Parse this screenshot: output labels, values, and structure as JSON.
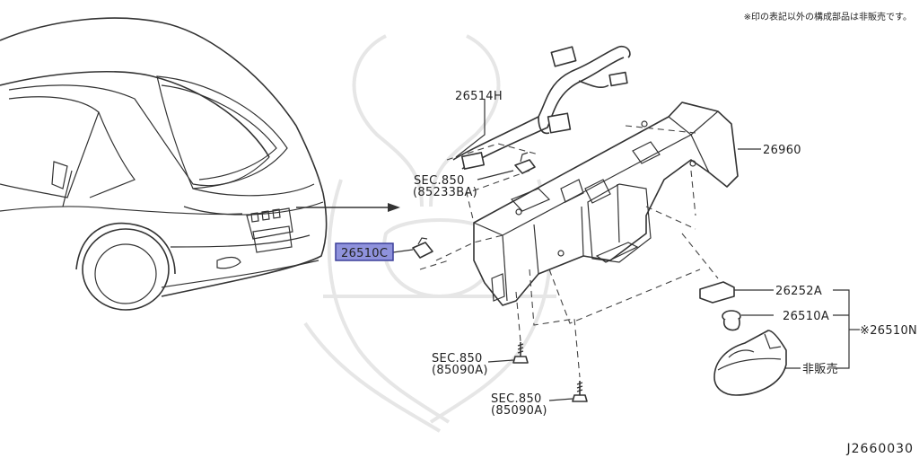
{
  "note_top": "※印の表記以外の構成部品は非販売です。",
  "diagram_code": "J2660030",
  "callouts": {
    "harness": "26514H",
    "sec_upper_a": "SEC.850",
    "sec_upper_b": "(85233BA)",
    "finisher": "26960",
    "highlight": "26510C",
    "bulb_socket": "26252A",
    "bulb": "26510A",
    "assembly": "※26510N",
    "not_sold": "非販売",
    "sec_mid_a": "SEC.850",
    "sec_mid_b": "(85090A)",
    "sec_low_a": "SEC.850",
    "sec_low_b": "(85090A)"
  },
  "colors": {
    "highlight_fill": "#8f92dc",
    "highlight_stroke": "#3b3f9a",
    "line": "#333333"
  }
}
